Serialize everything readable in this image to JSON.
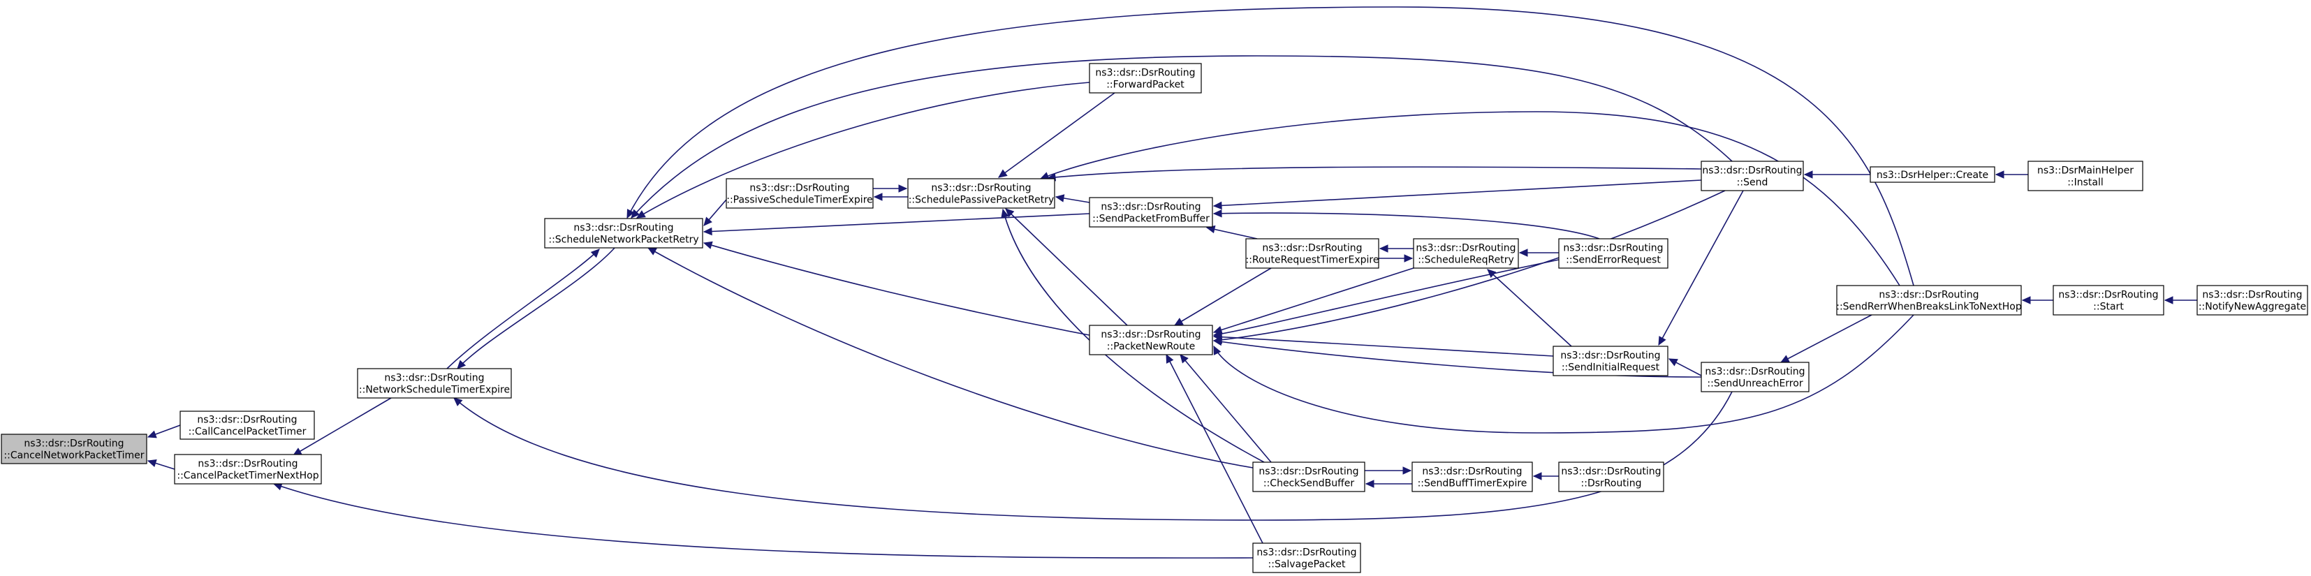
{
  "nodes": [
    {
      "id": "cancel_network_packet_timer",
      "lines": [
        "ns3::dsr::DsrRouting",
        "::CancelNetworkPacketTimer"
      ],
      "root": true
    },
    {
      "id": "call_cancel_packet_timer",
      "lines": [
        "ns3::dsr::DsrRouting",
        "::CallCancelPacketTimer"
      ]
    },
    {
      "id": "cancel_packet_timer_next_hop",
      "lines": [
        "ns3::dsr::DsrRouting",
        "::CancelPacketTimerNextHop"
      ]
    },
    {
      "id": "network_schedule_timer_expire",
      "lines": [
        "ns3::dsr::DsrRouting",
        "::NetworkScheduleTimerExpire"
      ]
    },
    {
      "id": "schedule_network_packet_retry",
      "lines": [
        "ns3::dsr::DsrRouting",
        "::ScheduleNetworkPacketRetry"
      ]
    },
    {
      "id": "passive_schedule_timer_expire",
      "lines": [
        "ns3::dsr::DsrRouting",
        "::PassiveScheduleTimerExpire"
      ]
    },
    {
      "id": "schedule_passive_packet_retry",
      "lines": [
        "ns3::dsr::DsrRouting",
        "::SchedulePassivePacketRetry"
      ]
    },
    {
      "id": "forward_packet",
      "lines": [
        "ns3::dsr::DsrRouting",
        "::ForwardPacket"
      ]
    },
    {
      "id": "send_packet_from_buffer",
      "lines": [
        "ns3::dsr::DsrRouting",
        "::SendPacketFromBuffer"
      ]
    },
    {
      "id": "packet_new_route",
      "lines": [
        "ns3::dsr::DsrRouting",
        "::PacketNewRoute"
      ]
    },
    {
      "id": "route_request_timer_expire",
      "lines": [
        "ns3::dsr::DsrRouting",
        "::RouteRequestTimerExpire"
      ]
    },
    {
      "id": "schedule_req_retry",
      "lines": [
        "ns3::dsr::DsrRouting",
        "::ScheduleReqRetry"
      ]
    },
    {
      "id": "send_error_request",
      "lines": [
        "ns3::dsr::DsrRouting",
        "::SendErrorRequest"
      ]
    },
    {
      "id": "send",
      "lines": [
        "ns3::dsr::DsrRouting",
        "::Send"
      ]
    },
    {
      "id": "send_initial_request",
      "lines": [
        "ns3::dsr::DsrRouting",
        "::SendInitialRequest"
      ]
    },
    {
      "id": "send_unreach_error",
      "lines": [
        "ns3::dsr::DsrRouting",
        "::SendUnreachError"
      ]
    },
    {
      "id": "check_send_buffer",
      "lines": [
        "ns3::dsr::DsrRouting",
        "::CheckSendBuffer"
      ]
    },
    {
      "id": "send_buff_timer_expire",
      "lines": [
        "ns3::dsr::DsrRouting",
        "::SendBuffTimerExpire"
      ]
    },
    {
      "id": "dsr_routing_ctor",
      "lines": [
        "ns3::dsr::DsrRouting",
        "::DsrRouting"
      ]
    },
    {
      "id": "salvage_packet",
      "lines": [
        "ns3::dsr::DsrRouting",
        "::SalvagePacket"
      ]
    },
    {
      "id": "dsr_helper_create",
      "lines": [
        "ns3::DsrHelper::Create"
      ]
    },
    {
      "id": "dsr_main_helper_install",
      "lines": [
        "ns3::DsrMainHelper",
        "::Install"
      ]
    },
    {
      "id": "send_rerr_when_breaks_link",
      "lines": [
        "ns3::dsr::DsrRouting",
        "::SendRerrWhenBreaksLinkToNextHop"
      ]
    },
    {
      "id": "start",
      "lines": [
        "ns3::dsr::DsrRouting",
        "::Start"
      ]
    },
    {
      "id": "notify_new_aggregate",
      "lines": [
        "ns3::dsr::DsrRouting",
        "::NotifyNewAggregate"
      ]
    }
  ],
  "edges": [
    {
      "from": "call_cancel_packet_timer",
      "to": "cancel_network_packet_timer"
    },
    {
      "from": "cancel_packet_timer_next_hop",
      "to": "cancel_network_packet_timer"
    },
    {
      "from": "network_schedule_timer_expire",
      "to": "cancel_packet_timer_next_hop"
    },
    {
      "from": "salvage_packet",
      "to": "cancel_packet_timer_next_hop"
    },
    {
      "from": "network_schedule_timer_expire",
      "to": "schedule_network_packet_retry"
    },
    {
      "from": "schedule_network_packet_retry",
      "to": "network_schedule_timer_expire"
    },
    {
      "from": "send_unreach_error",
      "to": "network_schedule_timer_expire"
    },
    {
      "from": "passive_schedule_timer_expire",
      "to": "schedule_network_packet_retry"
    },
    {
      "from": "forward_packet",
      "to": "schedule_network_packet_retry"
    },
    {
      "from": "send_packet_from_buffer",
      "to": "schedule_network_packet_retry"
    },
    {
      "from": "packet_new_route",
      "to": "schedule_network_packet_retry"
    },
    {
      "from": "check_send_buffer",
      "to": "schedule_network_packet_retry"
    },
    {
      "from": "send",
      "to": "schedule_network_packet_retry"
    },
    {
      "from": "send_rerr_when_breaks_link",
      "to": "schedule_network_packet_retry"
    },
    {
      "from": "schedule_passive_packet_retry",
      "to": "passive_schedule_timer_expire"
    },
    {
      "from": "passive_schedule_timer_expire",
      "to": "schedule_passive_packet_retry"
    },
    {
      "from": "forward_packet",
      "to": "schedule_passive_packet_retry"
    },
    {
      "from": "send_packet_from_buffer",
      "to": "schedule_passive_packet_retry"
    },
    {
      "from": "packet_new_route",
      "to": "schedule_passive_packet_retry"
    },
    {
      "from": "check_send_buffer",
      "to": "schedule_passive_packet_retry"
    },
    {
      "from": "send",
      "to": "schedule_passive_packet_retry"
    },
    {
      "from": "send_rerr_when_breaks_link",
      "to": "schedule_passive_packet_retry"
    },
    {
      "from": "route_request_timer_expire",
      "to": "send_packet_from_buffer"
    },
    {
      "from": "send",
      "to": "send_packet_from_buffer"
    },
    {
      "from": "send_error_request",
      "to": "send_packet_from_buffer"
    },
    {
      "from": "route_request_timer_expire",
      "to": "packet_new_route"
    },
    {
      "from": "schedule_req_retry",
      "to": "packet_new_route"
    },
    {
      "from": "send_initial_request",
      "to": "packet_new_route"
    },
    {
      "from": "send_unreach_error",
      "to": "packet_new_route"
    },
    {
      "from": "send",
      "to": "packet_new_route"
    },
    {
      "from": "send_error_request",
      "to": "packet_new_route"
    },
    {
      "from": "check_send_buffer",
      "to": "packet_new_route"
    },
    {
      "from": "salvage_packet",
      "to": "packet_new_route"
    },
    {
      "from": "send_rerr_when_breaks_link",
      "to": "packet_new_route"
    },
    {
      "from": "schedule_req_retry",
      "to": "route_request_timer_expire"
    },
    {
      "from": "route_request_timer_expire",
      "to": "schedule_req_retry"
    },
    {
      "from": "send_error_request",
      "to": "schedule_req_retry"
    },
    {
      "from": "send_initial_request",
      "to": "schedule_req_retry"
    },
    {
      "from": "send_unreach_error",
      "to": "send_initial_request"
    },
    {
      "from": "send",
      "to": "send_initial_request"
    },
    {
      "from": "send_rerr_when_breaks_link",
      "to": "send_unreach_error"
    },
    {
      "from": "dsr_helper_create",
      "to": "send"
    },
    {
      "from": "dsr_main_helper_install",
      "to": "dsr_helper_create"
    },
    {
      "from": "start",
      "to": "send_rerr_when_breaks_link"
    },
    {
      "from": "notify_new_aggregate",
      "to": "start"
    },
    {
      "from": "send_buff_timer_expire",
      "to": "check_send_buffer"
    },
    {
      "from": "check_send_buffer",
      "to": "send_buff_timer_expire"
    },
    {
      "from": "dsr_routing_ctor",
      "to": "send_buff_timer_expire"
    }
  ]
}
